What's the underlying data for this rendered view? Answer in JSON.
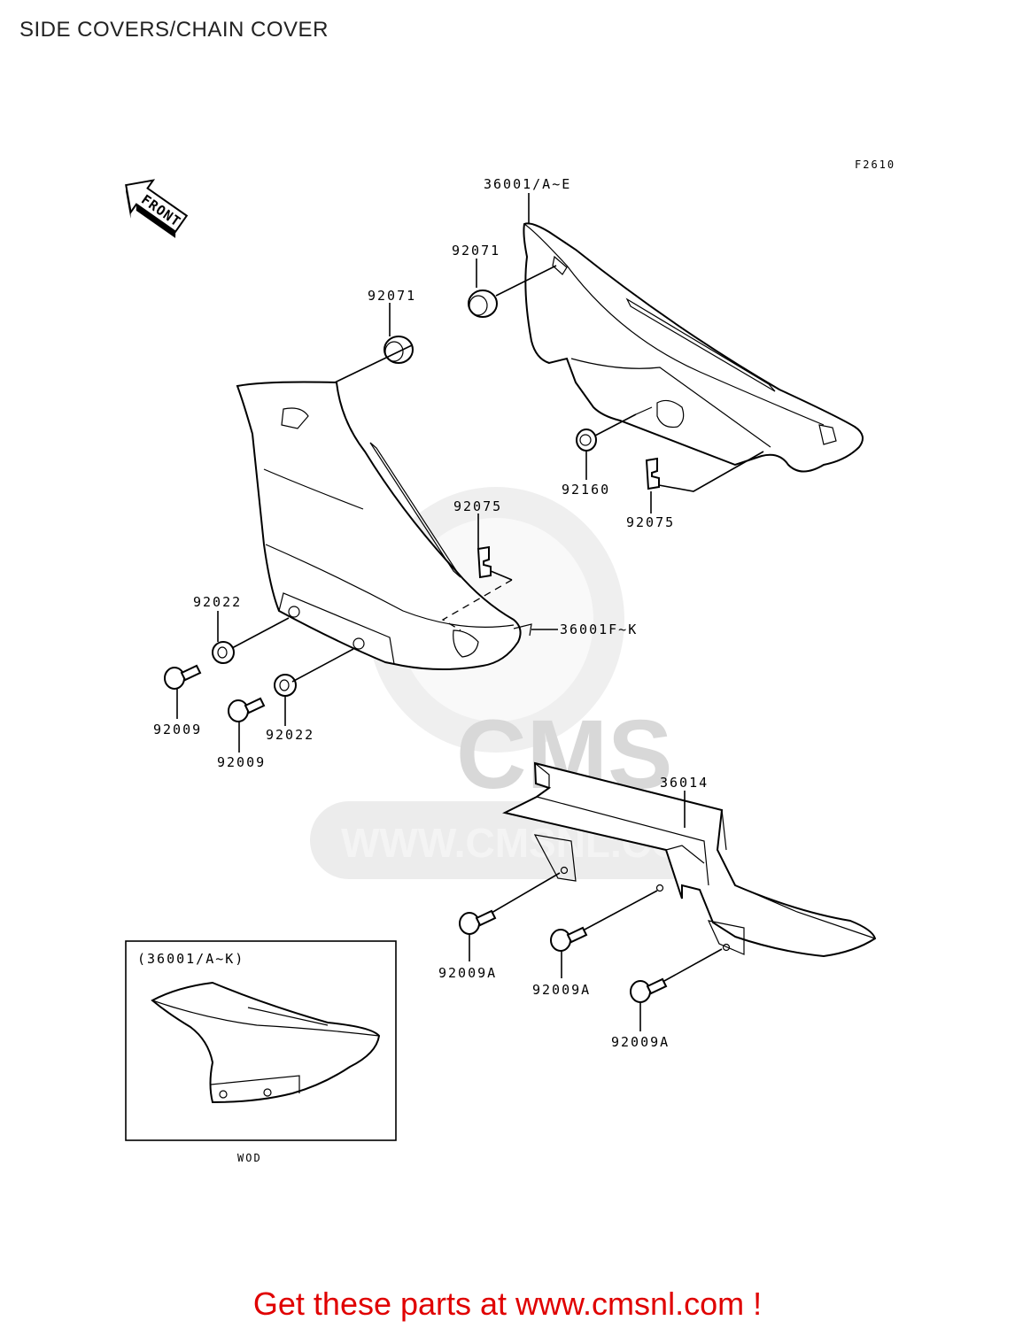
{
  "header": {
    "title": "SIDE COVERS/CHAIN COVER"
  },
  "diagram": {
    "ref_code": "F2610",
    "front_arrow_label": "FRONT",
    "watermark": {
      "logo_text": "CMS",
      "url_text": "WWW.CMSNL.COM"
    },
    "callouts": [
      {
        "id": "36001-a-e",
        "label": "36001/A~E"
      },
      {
        "id": "92071-right",
        "label": "92071"
      },
      {
        "id": "92071-left",
        "label": "92071"
      },
      {
        "id": "92160",
        "label": "92160"
      },
      {
        "id": "92075-right",
        "label": "92075"
      },
      {
        "id": "92075-left",
        "label": "92075"
      },
      {
        "id": "36001-f-k",
        "label": "36001F~K"
      },
      {
        "id": "92022-top",
        "label": "92022"
      },
      {
        "id": "92022-bottom",
        "label": "92022"
      },
      {
        "id": "92009-left",
        "label": "92009"
      },
      {
        "id": "92009-center",
        "label": "92009"
      },
      {
        "id": "36014",
        "label": "36014"
      },
      {
        "id": "92009a-1",
        "label": "92009A"
      },
      {
        "id": "92009a-2",
        "label": "92009A"
      },
      {
        "id": "92009a-3",
        "label": "92009A"
      }
    ],
    "inset": {
      "title": "(36001/A~K)",
      "caption": "WOD"
    }
  },
  "footer": {
    "link_text": "Get these parts at www.cmsnl.com !"
  }
}
